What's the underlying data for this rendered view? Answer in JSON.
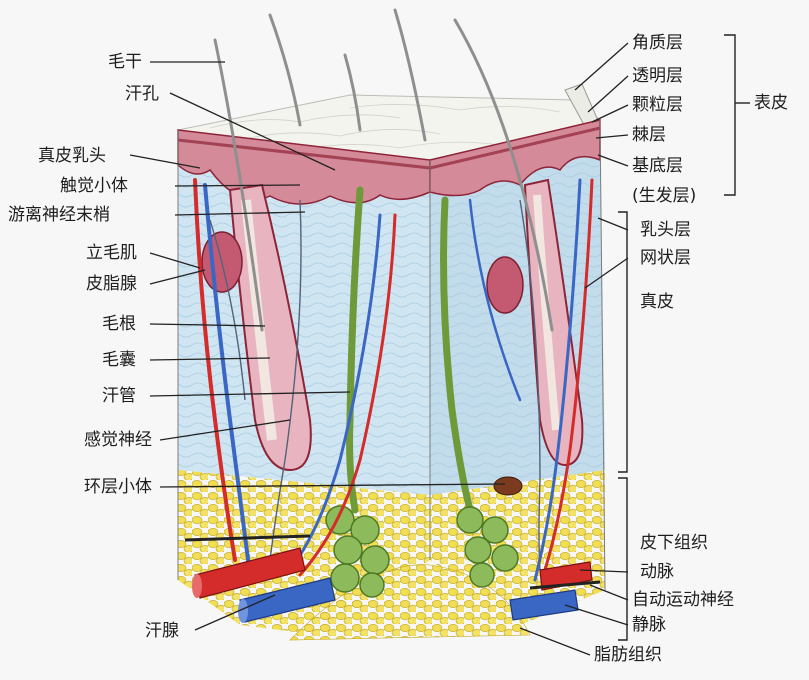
{
  "labels_left": [
    {
      "id": "hair-shaft",
      "text": "毛干"
    },
    {
      "id": "sweat-pore",
      "text": "汗孔"
    },
    {
      "id": "dermal-papilla",
      "text": "真皮乳头"
    },
    {
      "id": "tactile-corpuscle",
      "text": "触觉小体"
    },
    {
      "id": "free-nerve-ending",
      "text": "游离神经末梢"
    },
    {
      "id": "arrector-pili",
      "text": "立毛肌"
    },
    {
      "id": "sebaceous-gland",
      "text": "皮脂腺"
    },
    {
      "id": "hair-root",
      "text": "毛根"
    },
    {
      "id": "hair-follicle",
      "text": "毛囊"
    },
    {
      "id": "sweat-duct",
      "text": "汗管"
    },
    {
      "id": "sensory-nerve",
      "text": "感觉神经"
    },
    {
      "id": "lamellated-corpuscle",
      "text": "环层小体"
    },
    {
      "id": "sweat-gland",
      "text": "汗腺"
    }
  ],
  "labels_right": [
    {
      "id": "stratum-corneum",
      "text": "角质层"
    },
    {
      "id": "stratum-lucidum",
      "text": "透明层"
    },
    {
      "id": "stratum-granulosum",
      "text": "颗粒层"
    },
    {
      "id": "stratum-spinosum",
      "text": "棘层"
    },
    {
      "id": "stratum-basale",
      "text": "基底层"
    },
    {
      "id": "germinal-layer",
      "text": "(生发层)"
    },
    {
      "id": "papillary-layer",
      "text": "乳头层"
    },
    {
      "id": "reticular-layer",
      "text": "网状层"
    },
    {
      "id": "subcutaneous",
      "text": "皮下组织"
    },
    {
      "id": "artery",
      "text": "动脉"
    },
    {
      "id": "autonomic-nerve",
      "text": "自动运动神经"
    },
    {
      "id": "vein",
      "text": "静脉"
    },
    {
      "id": "adipose",
      "text": "脂肪组织"
    }
  ],
  "groups": [
    {
      "id": "epidermis",
      "text": "表皮"
    },
    {
      "id": "dermis",
      "text": "真皮"
    }
  ],
  "colors": {
    "epidermis_pink": "#d48a98",
    "epidermis_dark": "#8e2438",
    "dermis_blue": "#c9e2f0",
    "fat_yellow": "#ecd84a",
    "artery_red": "#d42b2b",
    "vein_blue": "#3a66c4",
    "gland_green": "#8dba5a",
    "hair": "#8f8f8f",
    "leader": "#222222"
  }
}
